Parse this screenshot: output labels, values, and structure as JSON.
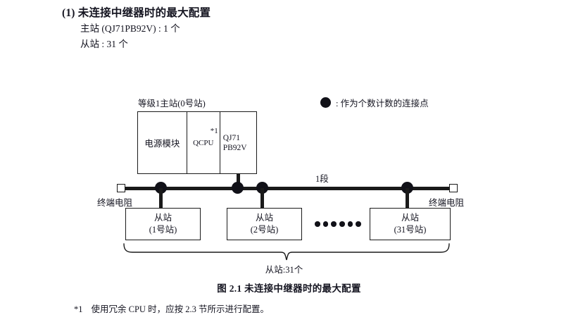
{
  "heading": {
    "section_number": "(1)",
    "title": "未连接中继器时的最大配置",
    "specs": [
      "主站 (QJ71PB92V) : 1 个",
      "从站 : 31 个"
    ]
  },
  "legend": {
    "icon": "filled-circle-icon",
    "text": ": 作为个数计数的连接点"
  },
  "diagram": {
    "master": {
      "label": "等级1主站(0号站)",
      "modules": [
        {
          "name": "电源模块"
        },
        {
          "name": "QCPU",
          "footnote_marker": "*1"
        },
        {
          "name": "QJ71",
          "name2": "PB92V"
        }
      ]
    },
    "bus": {
      "segment_label": "1段",
      "terminator_left_label": "终端电阻",
      "terminator_right_label": "终端电阻",
      "connection_dots": 4
    },
    "slaves": [
      {
        "title": "从站",
        "station": "(1号站)"
      },
      {
        "title": "从站",
        "station": "(2号站)"
      },
      {
        "title": "从站",
        "station": "(31号站)"
      }
    ],
    "ellipsis_count": 6,
    "brace_label": "从站:31个"
  },
  "caption": "图 2.1  未连接中继器时的最大配置",
  "footnote": {
    "marker": "*1",
    "text": "使用冗余 CPU 时，应按 2.3 节所示进行配置。"
  },
  "colors": {
    "ink": "#141420",
    "line": "#1a1a1a",
    "dot": "#111118",
    "background": "#ffffff"
  }
}
